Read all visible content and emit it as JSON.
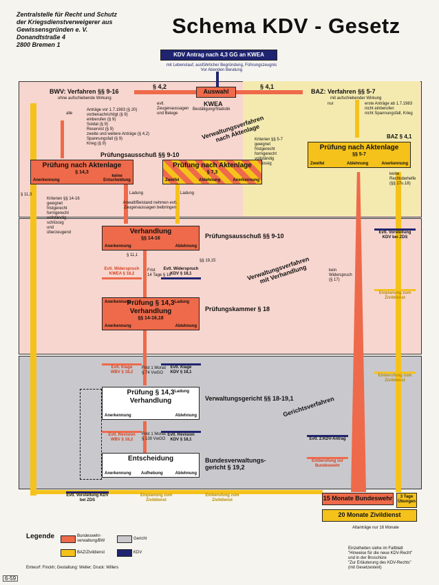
{
  "header": {
    "org_lines": [
      "Zentralstelle für Recht und Schutz",
      "der Kriegsdienstverweigerer aus",
      "Gewissensgründen e. V.",
      "Donandtstraße 4",
      "2800 Bremen 1"
    ],
    "title": "Schema  KDV - Gesetz"
  },
  "top": {
    "antrag": "KDV Antrag nach 4,3 GG an KWEA",
    "antrag_sub": "mit Lebenslauf, ausführlicher Begründung, Führungszeugnis",
    "antrag_sub2": "Vor Abenden Beratung",
    "auswahl": "Auswahl",
    "kwea": "KWEA",
    "kwea_sub": "Bestätigung/Statistik",
    "p42": "§ 4,2",
    "p41": "§ 4,1",
    "bwv": "BWV: Verfahren  §§ 9-16",
    "bwv_sub": "ohne aufschiebende Wirkung",
    "baz": "BAZ: Verfahren  §§ 5-7",
    "baz_sub": "mit aufschiebender Wirkung",
    "alle": "alle",
    "nur": "nur",
    "zeugen": "evtl. Zeugenaussagen und Belege",
    "antraege_list": [
      "Anträge vor 1.7.1983 (§ 20)",
      "vorbenachrichtigt (§ 9)",
      "einberufen (§ 9)",
      "Soldat (§ 9)",
      "Reservist (§ 9)",
      "zweite und weitere Anträge (§ 4,2)",
      "Spannungsfall (§ 9)",
      "Krieg (§ 9)"
    ],
    "baz_list": [
      "erste Anträge ab 1.7.1983",
      "nicht einberufen",
      "nicht Spannungsfall, Krieg"
    ],
    "verwaltung_akte": "Verwaltungsverfahren",
    "verwaltung_akte2": "nach Aktenlage",
    "kriterien57": [
      "Kriterien  §§ 5-7",
      "geeignet",
      "fristgerecht",
      "formgerecht",
      "vollständig",
      "schlüssig"
    ]
  },
  "pruefung": {
    "ausschuss_label": "Prüfungsausschuß  §§ 9-10",
    "left_title": "Prüfung nach Aktenlage",
    "left_para": "§ 14,3",
    "left_tab1": "Anerkennung",
    "left_tab2": "keine Entscheidung",
    "mid_title": "Prüfung nach Aktenlage",
    "mid_para": "§ 7,3",
    "mid_tab1": "Zweifel",
    "mid_tab2": "Ablehnung",
    "mid_tab3": "Anerkennung",
    "right_label": "BAZ  § 4,1",
    "right_title": "Prüfung nach Aktenlage",
    "right_para": "§§ 5-7",
    "right_tab1": "Zweifel",
    "right_tab2": "Ablehnung",
    "right_tab3": "Anerkennung",
    "kriterien_left": [
      "Kriterien  §§ 14-16",
      "geeignet",
      "fristgerecht",
      "formgerecht",
      "vollständig",
      "schlüssig",
      "und",
      "überzeugend"
    ],
    "ladung1": "Ladung",
    "ladung2": "Ladung",
    "anwalt": "Anwalt/Beistand nehmen evtl. Zeugenaussagen beibringen",
    "rechtsbehelf": "keine Rechtsbehelfe (§§ 17u.18)",
    "p113": "§ 11,3"
  },
  "verhandlung": {
    "title": "Verhandlung",
    "para": "§§ 14-16",
    "tab1": "Anerkennung",
    "tab2": "Ablehnung",
    "ausschuss": "Prüfungsausschuß  §§ 9-10",
    "p111": "§ 11,1",
    "p1915": "§§ 19,15",
    "widerspruch_red": "Evtl. Widerspruch",
    "widerspruch_red2": "KWEA  § 18,2",
    "frist": "Frist",
    "frist2": "14 Tage § 18",
    "widerspruch_navy": "Evtl. Widerspruch",
    "widerspruch_navy2": "KDV  § 18,1",
    "kein_wid": "kein Widerspruch (§ 17)",
    "vorstellung": "Evtl. Vorstellung KDV bei ZDS",
    "einplanung": "Einplanung zum Zivildienst",
    "verwaltung_verh": "Verwaltungsverfahren",
    "verwaltung_verh2": "mit Verhandlung"
  },
  "kammer": {
    "title": "Prüfung § 14,3",
    "title2": "Verhandlung",
    "para": "§§ 14-16,18",
    "tab0": "Anerkennung",
    "tab_ladung": "Ladung",
    "tab1": "Anerkennung",
    "tab2": "Ablehnung",
    "label": "Prüfungskammer  § 18"
  },
  "gericht": {
    "klage_red": "Evtl. Klage",
    "klage_red2": "WBV  § 18,2",
    "frist": "Frist 1 Monat",
    "frist2": "§ 74 VwGO",
    "klage_navy": "Evtl. Klage",
    "klage_navy2": "KDV  § 18,1",
    "einberufung": "Einberufung zum Zivildienst",
    "title": "Prüfung  § 14,3",
    "title2": "Verhandlung",
    "tab_ladung": "Ladung",
    "tab1": "Anerkennung",
    "tab2": "Ablehnung",
    "label": "Verwaltungsgericht  §§ 18-19,1",
    "gerichtsverfahren": "Gerichtsverfahren",
    "revision_red": "Evtl. Revision",
    "revision_red2": "WBV  § 18,2",
    "rfrist": "Frist 1 Monat",
    "rfrist2": "§ 139 VwGO",
    "revision_navy": "Evtl. Revision",
    "revision_navy2": "KDV  § 18,1",
    "kdv2": "Evtl. 2.KDV-Antrag",
    "einberufung_bw": "Einberufung zur Bundeswehr",
    "entscheidung": "Entscheidung",
    "etab1": "Anerkennung",
    "etab2": "Aufhebung",
    "etab3": "Ablehnung",
    "bvg": "Bundesverwaltungs-",
    "bvg2": "gericht  § 19,2"
  },
  "bottom": {
    "vorstellung": "Evtl. Vorstellung KDV bei ZDS",
    "einplanung": "Einplanung zum Zivildienst",
    "einberufung": "Einberufung zum Zivildienst",
    "bw": "15 Monate Bundeswehr",
    "uebungen": "3 Tage Übungen",
    "zivil": "20 Monate Zivildienst",
    "altantraege": "Altanträge nur 16 Monate"
  },
  "legend": {
    "title": "Legende",
    "items": [
      "Bundeswehr-verwaltung/BW",
      "BAZ/Zivildienst",
      "Gericht",
      "KDV"
    ],
    "colors": [
      "#ee6a4a",
      "#f5c21b",
      "#c9c8cc",
      "#1f2470"
    ],
    "note": [
      "Einzelheiten siehe im Faltblatt",
      "\"Hinweise für die neue KDV-Recht\"",
      "und in der Broschüre",
      "\"Zur Erläuterung des KDV-Rechts\"",
      "(mit Gesetzestext)"
    ],
    "credit": "Entwurf: Finckh; Gestaltung: Weller; Druck: Willers",
    "stamp": "6-59"
  }
}
